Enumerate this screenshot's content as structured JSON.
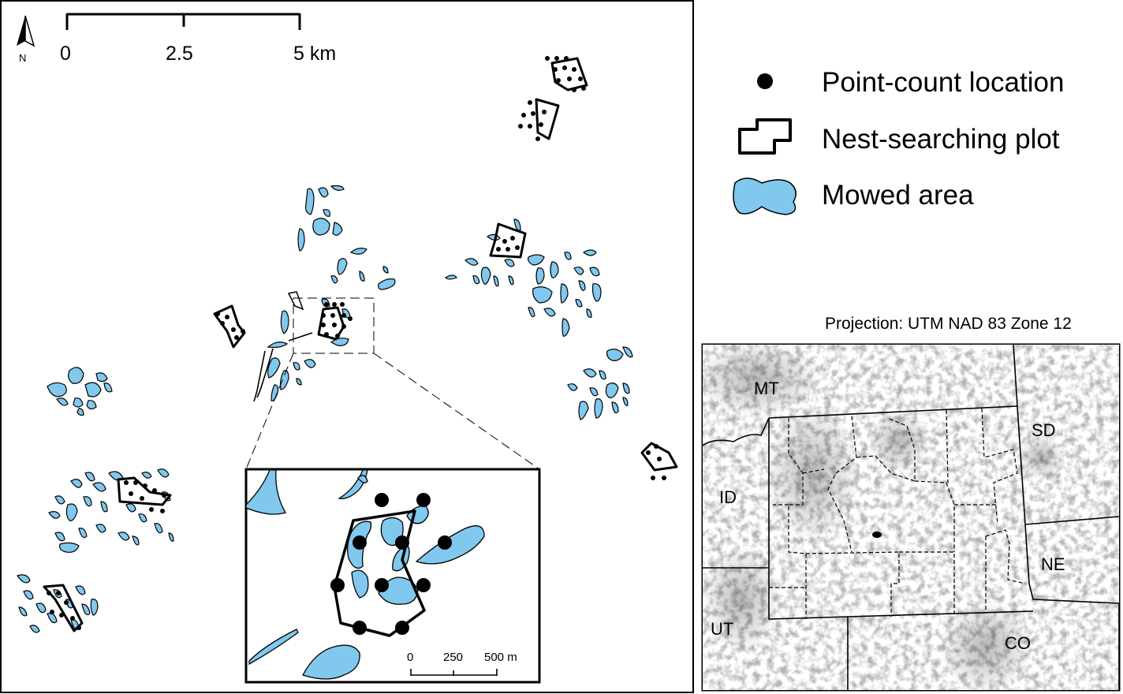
{
  "north_arrow": {
    "label": "N"
  },
  "scale_bar": {
    "ticks": [
      "0",
      "2.5",
      "5 km"
    ]
  },
  "legend": {
    "items": [
      {
        "label": "Point-count location",
        "symbol": "dot-icon"
      },
      {
        "label": "Nest-searching plot",
        "symbol": "plot-outline-icon"
      },
      {
        "label": "Mowed area",
        "symbol": "mowed-area-icon"
      }
    ]
  },
  "projection": "Projection:  UTM NAD 83 Zone 12",
  "inset": {
    "scale_ticks": [
      "0",
      "250",
      "500 m"
    ]
  },
  "locator_map": {
    "states": [
      "MT",
      "SD",
      "ID",
      "NE",
      "UT",
      "CO"
    ]
  },
  "colors": {
    "mowed_fill": "#80c8ee",
    "outline": "#000000",
    "terrain": "#9a9a9a"
  }
}
